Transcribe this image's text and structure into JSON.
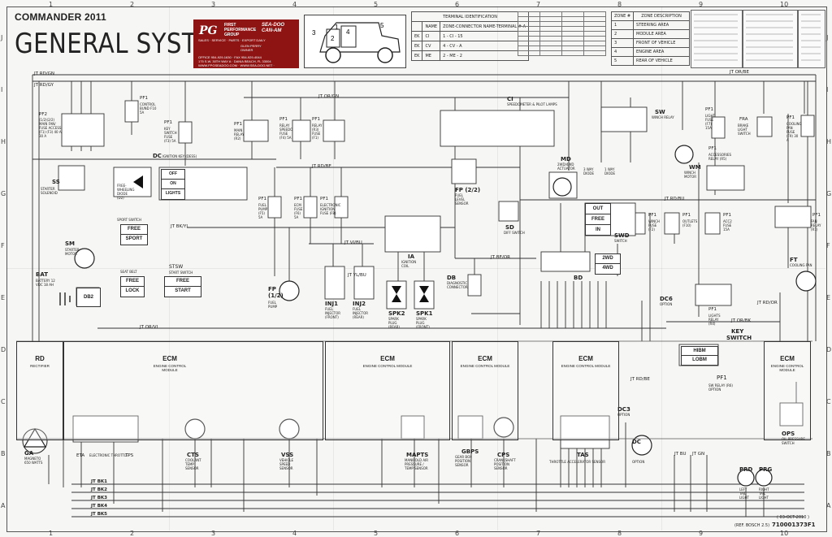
{
  "header": {
    "model_year": "COMMANDER 2011",
    "title": "GENERAL SYSTEM"
  },
  "dealer_sticker": {
    "line1": "FIRST PERFORMANCE GROUP",
    "brand": "SEA-DOO CAN-AM",
    "line2": "SALES · SERVICE · PARTS · EXPORT DAILY",
    "owner": "GLEN PERRY OWNER",
    "phone": "OFFICE 954-929-1630 · FAX 954-929-4044",
    "address": "175 S.W. 30TH WAY A · DANIA BEACH, FL 33004",
    "web": "WWW.FPGSEADOO.COM · WWW.SEA-DOO.NET · WWW.CANAMATV.NET"
  },
  "vehicle_zones": [
    "1",
    "2",
    "3",
    "4",
    "5"
  ],
  "terminal_table": {
    "title": "TERMINAL IDENTIFICATION",
    "headers": [
      "NAME",
      "ZONE-CONNECTOR NAME-TERMINAL #-A"
    ],
    "rows": [
      [
        "EK",
        "CI",
        "1 - CI - 15"
      ],
      [
        "EK",
        "CV",
        "4 - CV - A"
      ],
      [
        "EK",
        "ME",
        "2 - ME - 2"
      ]
    ]
  },
  "zone_table": {
    "headers": [
      "ZONE #",
      "ZONE DESCRIPTION"
    ],
    "rows": [
      [
        "1",
        "STEERING AREA"
      ],
      [
        "2",
        "MODULE AREA"
      ],
      [
        "3",
        "FRONT OF VEHICLE"
      ],
      [
        "4",
        "ENGINE AREA"
      ],
      [
        "5",
        "REAR OF VEHICLE"
      ]
    ]
  },
  "rulers": {
    "top": [
      "1",
      "2",
      "3",
      "4",
      "5",
      "6",
      "7",
      "8",
      "9",
      "10"
    ],
    "side": [
      "A",
      "B",
      "C",
      "D",
      "E",
      "F",
      "G",
      "H",
      "I",
      "J"
    ]
  },
  "components": {
    "pf2": {
      "name": "PF2",
      "desc": "(1/2)(2/2) MAIN FAN/ FUSE ACCESS (F1) (F3) 40 A 30 A"
    },
    "pf1_control": {
      "name": "PF1",
      "desc": "CONTROL BUND F10 5A"
    },
    "pf1_key": {
      "name": "PF1",
      "desc": "KEY SWITCH FUSE (F3) 5A"
    },
    "pf1_main": {
      "name": "PF1",
      "desc": "MAIN RELAY (R2)"
    },
    "pf1_speed": {
      "name": "PF1",
      "desc": "RELAY SPEEDO FUSE (F4) 5A"
    },
    "pf1_relay": {
      "name": "PF1",
      "desc": "RELAY (R3) FUSE (F1)"
    },
    "pf1_fuel": {
      "name": "PF1",
      "desc": "FUEL PUMP (F5) 5A"
    },
    "pf1_ecm": {
      "name": "PF1",
      "desc": "ECM FUSE (F6) 5A"
    },
    "pf1_ign": {
      "name": "PF1",
      "desc": "ELECTRONIC IGNITION FUSE (F8)"
    },
    "pf1_light": {
      "name": "PF1",
      "desc": "LIGHT FUSE (F7) 15A"
    },
    "pf1_acc": {
      "name": "PF1",
      "desc": "ACCESSORIES RELAY (R5)"
    },
    "pf1_cooling": {
      "name": "PF1",
      "desc": "COOLING FAN FUSE (F9) 30 A"
    },
    "pf1_winch": {
      "name": "PF1",
      "desc": "WINCH FUSE (F2)"
    },
    "pf1_outlets": {
      "name": "PF1",
      "desc": "OUTLETS (F10)"
    },
    "pf1_acc2": {
      "name": "PF1",
      "desc": "ACC2 FUSE 15A"
    },
    "pf1_fan": {
      "name": "PF1",
      "desc": "FAN RELAY (R1)"
    },
    "pf1_lights_relay": {
      "name": "PF1",
      "desc": "LIGHTS RELAY (R4)"
    },
    "fra": {
      "name": "FRA",
      "desc": "BRAKE LIGHT SWITCH"
    },
    "ss": {
      "name": "SS",
      "desc": "STARTER SOLENOID"
    },
    "sm": {
      "name": "SM",
      "desc": "STARTER MOTOR"
    },
    "bat": {
      "name": "BAT",
      "desc": "BATTERY 12 VDC 18 AH"
    },
    "db2": {
      "name": "DB2"
    },
    "dc": {
      "name": "DC",
      "desc": "IGNITION KEY (DESS)"
    },
    "freewheel": {
      "desc": "FREE-WHEELING DIODE (D2)"
    },
    "sport": {
      "title": "SPORT SWITCH",
      "opt1": "FREE",
      "opt2": "SPORT"
    },
    "seatbelt": {
      "title": "SEAT BELT",
      "opt1": "FREE",
      "opt2": "LOCK"
    },
    "start": {
      "title": "STSW",
      "desc": "START SWITCH",
      "opt1": "FREE",
      "opt2": "START"
    },
    "key_positions": [
      "OFF",
      "ON",
      "LIGHTS"
    ],
    "fp": {
      "name": "FP (1/2)",
      "desc": "FUEL PUMP"
    },
    "inj1": {
      "name": "INJ1",
      "desc": "FUEL INJECTOR (FRONT)"
    },
    "inj2": {
      "name": "INJ2",
      "desc": "FUEL INJECTOR (REAR)"
    },
    "spk2": {
      "name": "SPK2",
      "desc": "SPARK PLUG (REAR)"
    },
    "spk1": {
      "name": "SPK1",
      "desc": "SPARK PLUG (FRONT)"
    },
    "ia": {
      "name": "IA",
      "desc": "IGNITION COIL"
    },
    "db": {
      "name": "DB",
      "desc": "DIAGNOSTIC CONNECTOR"
    },
    "ci": {
      "name": "CI",
      "desc": "SPEEDOMETER & PILOT LAMPS"
    },
    "fp2": {
      "name": "FP (2/2)",
      "desc": "FUEL LEVEL SENSOR"
    },
    "md": {
      "name": "MD",
      "desc": "2WD/4WD ACTUATOR"
    },
    "sd": {
      "name": "SD",
      "desc": "DIFF SWITCH"
    },
    "way3": {
      "desc": "3 WAY DIODE"
    },
    "way1": {
      "desc": "1 WAY DIODE"
    },
    "mode": {
      "opt1": "OUT",
      "opt2": "FREE",
      "opt3": "IN",
      "sw": "SWD",
      "desc": "SWITCH"
    },
    "bd": {
      "name": "BD",
      "opt1": "2WD",
      "opt2": "4WD"
    },
    "sw": {
      "name": "SW",
      "desc": "WINCH RELAY"
    },
    "wm": {
      "name": "WM",
      "desc": "WINCH MOTOR"
    },
    "ft": {
      "name": "FT",
      "desc": "COOLING FAN"
    },
    "dc6": {
      "name": "DC6",
      "desc": "OPTION"
    },
    "dc3": {
      "name": "DC3",
      "desc": "OPTION"
    },
    "hibm": {
      "name": "HIBM",
      "desc": "LOBM"
    },
    "keyswitch": {
      "name": "KEY",
      "desc": "SWITCH"
    },
    "ops": {
      "name": "OPS",
      "desc": "OIL PRESSURE SWITCH"
    },
    "pf1_opt": {
      "name": "PF1",
      "desc": "SW RELAY (R6) OPTION"
    },
    "prd": {
      "name": "PRD",
      "desc": "LEFT TAIL LIGHT"
    },
    "prg": {
      "name": "PRG",
      "desc": "RIGHT TAIL LIGHT"
    },
    "rd": {
      "name": "RD",
      "desc": "RECTIFIER"
    },
    "ga": {
      "name": "GA",
      "desc": "MAGNETO 650 WATTS"
    },
    "eta": {
      "name": "ETA",
      "desc": "ELECTRONIC THROTTLE"
    },
    "tps": {
      "name": "TPS"
    },
    "cts": {
      "name": "CTS",
      "desc": "COOLANT TEMP SENSOR"
    },
    "vss": {
      "name": "VSS",
      "desc": "VEHICLE SPEED SENSOR"
    },
    "mapts": {
      "name": "MAPTS",
      "desc": "MANIFOLD AIR PRESSURE / TEMP SENSOR"
    },
    "gbps": {
      "name": "GBPS",
      "desc": "GEAR BOX POSITION SENSOR"
    },
    "cps": {
      "name": "CPS",
      "desc": "CRANKSHAFT POSITION SENSOR"
    },
    "tas": {
      "name": "TAS",
      "desc": "THROTTLE ACCELERATOR SENSOR"
    },
    "dc_option": {
      "name": "DC",
      "desc": "OPTION"
    }
  },
  "ecm_blocks": [
    {
      "title": "ECM",
      "sub": "ENGINE CONTROL MODULE"
    },
    {
      "title": "ECM",
      "sub": "ENGINE CONTROL MODULE"
    },
    {
      "title": "ECM",
      "sub": "ENGINE CONTROL MODULE"
    },
    {
      "title": "ECM",
      "sub": "ENGINE CONTROL MODULE"
    },
    {
      "title": "ECM",
      "sub": "ENGINE CONTROL MODULE"
    }
  ],
  "ground_bus": [
    "JT BK1",
    "JT BK2",
    "JT BK3",
    "JT BK4",
    "JT BK5"
  ],
  "junctions": [
    "JT RD/GN",
    "JT RD/GY",
    "JT OR/BE",
    "JT OR/GN",
    "JT RD/BE",
    "JT RD/OR",
    "JT OR/BK",
    "JT OR/VI",
    "JT VI/BU",
    "JT BE/OR",
    "JT RD/BU",
    "JT BK/YL",
    "JT YL/BU",
    "JT BU",
    "JT GN",
    "JT RD/BE"
  ],
  "footer": {
    "date": "( 03-OCT-2010 )",
    "ref": "(REF. BOSCH 2.5)",
    "code": "710001373F1"
  }
}
